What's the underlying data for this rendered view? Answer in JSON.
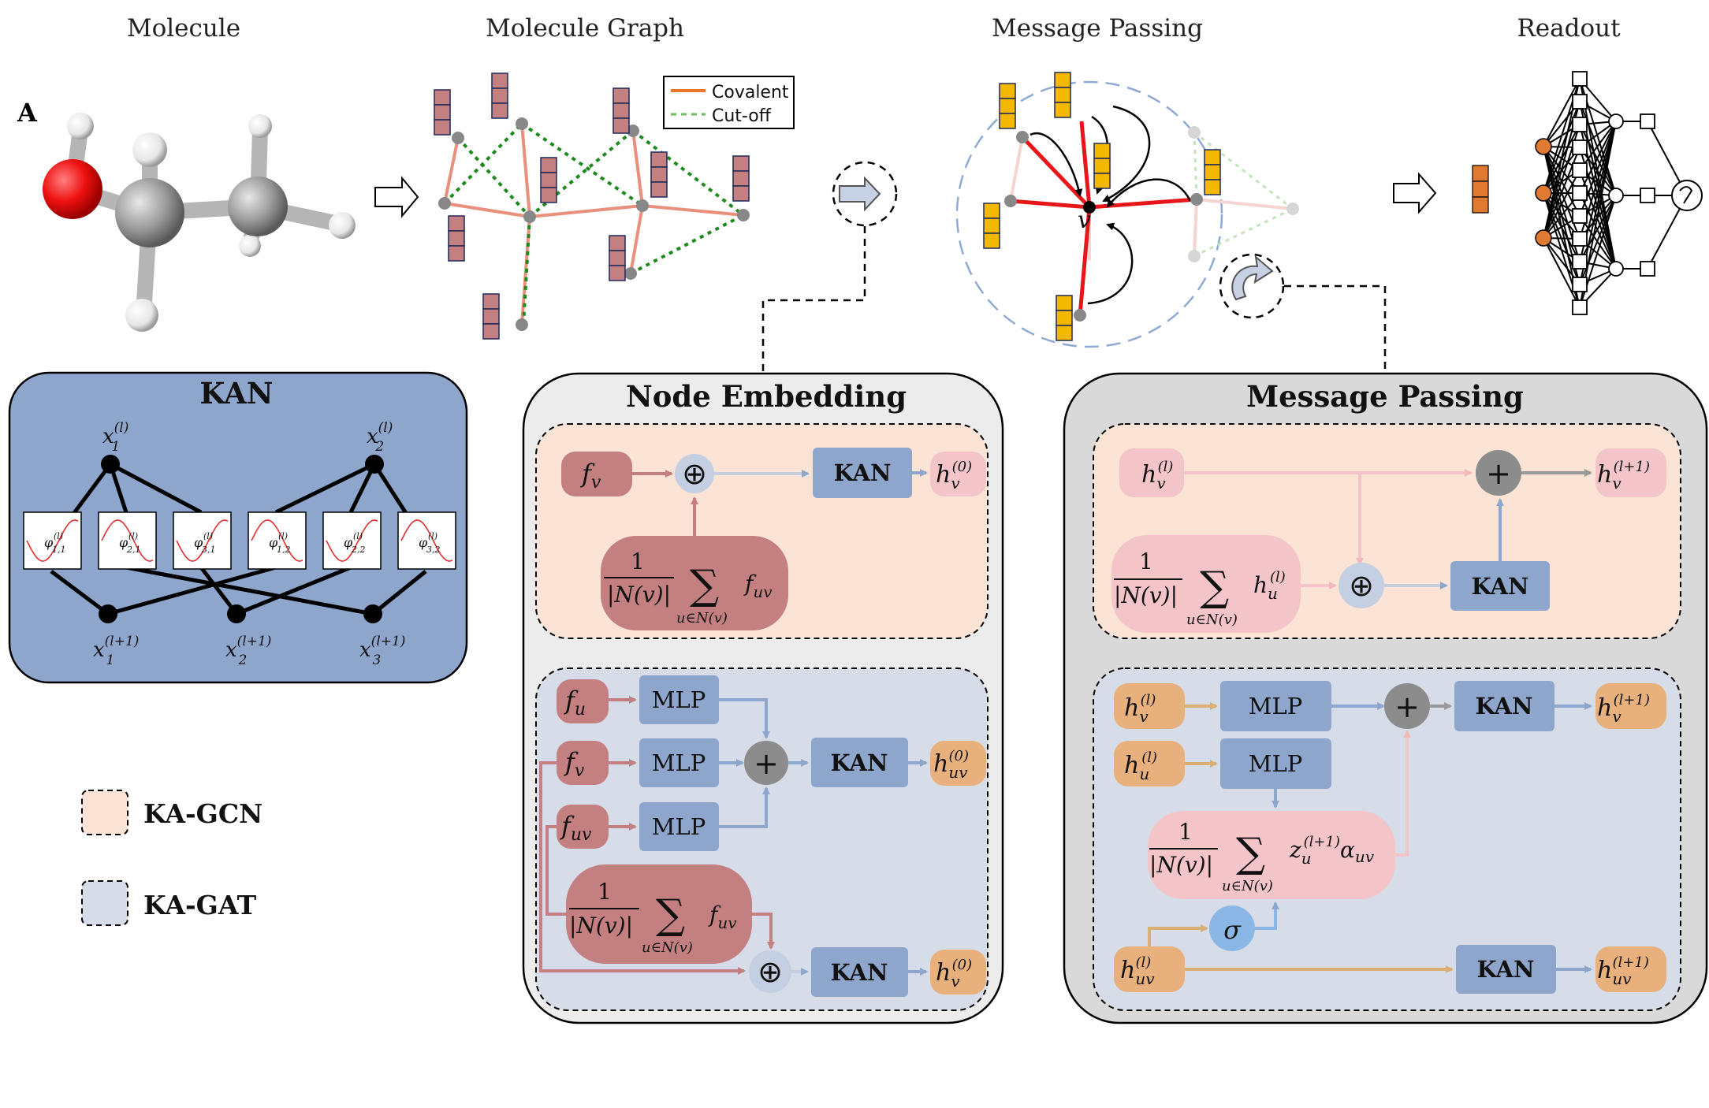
{
  "panel_label": "A",
  "top_titles": {
    "molecule": "Molecule",
    "molecule_graph": "Molecule Graph",
    "message_passing": "Message Passing",
    "readout": "Readout"
  },
  "legend_graph": {
    "covalent": "Covalent",
    "cutoff": "Cut-off"
  },
  "center_node_label": "v",
  "kan_panel": {
    "title": "KAN",
    "inputs": [
      "x",
      "x"
    ],
    "outputs": [
      "x",
      "x",
      "x"
    ]
  },
  "node_embedding": {
    "title": "Node Embedding",
    "kan": "KAN",
    "mlp": "MLP",
    "f_v": "f",
    "f_u": "f",
    "f_uv": "f"
  },
  "message_passing_panel": {
    "title": "Message Passing",
    "kan": "KAN",
    "mlp": "MLP",
    "sigma": "σ"
  },
  "legend_variants": {
    "gcn": "KA-GCN",
    "gat": "KA-GAT"
  },
  "colors": {
    "kan_panel_bg": "#8ea6cc",
    "gcn_bg": "#fbe3d5",
    "gat_bg": "#d6dce8",
    "ne_panel_bg": "#ececec",
    "mp_panel_bg": "#d9d9d9",
    "kan_box": "#8ea6cc",
    "mlp_box": "#8ea6cc",
    "feat_red": "#c47f80",
    "feat_pink": "#f4c5c8",
    "feat_orange": "#e8b07d",
    "covalent": "#e8907c",
    "cutoff": "#2e8b2e",
    "node_orange": "#e07a30",
    "yellow_vec": "#f5b800"
  }
}
